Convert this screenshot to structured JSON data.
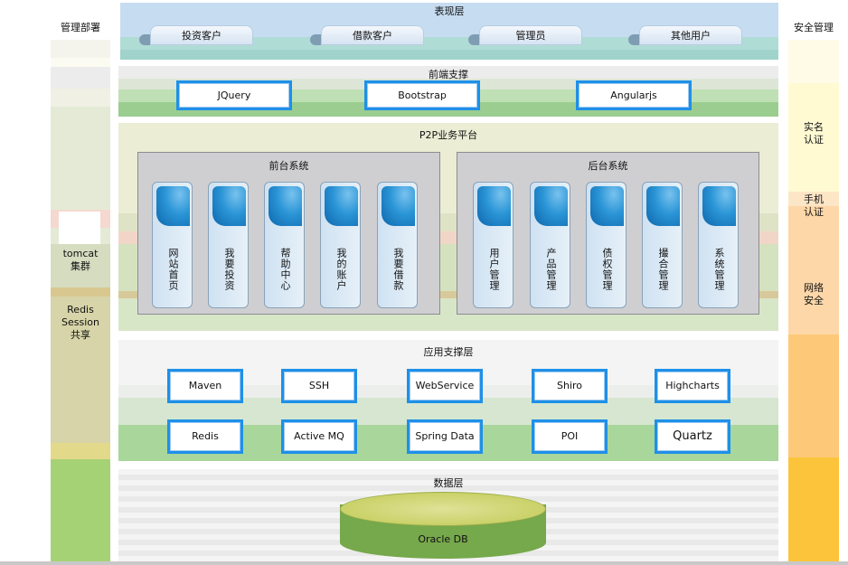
{
  "left_column": {
    "title": "管理部署",
    "tomcat": [
      "tomcat",
      "集群"
    ],
    "redis": [
      "Redis",
      "Session",
      "共享"
    ]
  },
  "right_column": {
    "title": "安全管理",
    "items": [
      [
        "实名",
        "认证"
      ],
      [
        "手机",
        "认证"
      ],
      [
        "网络",
        "安全"
      ]
    ]
  },
  "presentation": {
    "title": "表现层",
    "roles": [
      "投资客户",
      "借款客户",
      "管理员",
      "其他用户"
    ]
  },
  "frontend": {
    "title": "前端支撑",
    "items": [
      "JQuery",
      "Bootstrap",
      "Angularjs"
    ]
  },
  "platform": {
    "title": "P2P业务平台",
    "front_system": {
      "title": "前台系统",
      "modules": [
        "网站首页",
        "我要投资",
        "帮助中心",
        "我的账户",
        "我要借款"
      ]
    },
    "back_system": {
      "title": "后台系统",
      "modules": [
        "用户管理",
        "产品管理",
        "债权管理",
        "撮合管理",
        "系统管理"
      ]
    }
  },
  "app_support": {
    "title": "应用支撑层",
    "row1": [
      "Maven",
      "SSH",
      "WebService",
      "Shiro",
      "Highcharts"
    ],
    "row2": [
      "Redis",
      "Active MQ",
      "Spring Data",
      "POI",
      "Quartz"
    ]
  },
  "data_layer": {
    "title": "数据层",
    "db": "Oracle DB"
  },
  "colors": {
    "frame_blue": "#1e90e8",
    "module_icon": "#2a95d6",
    "db_body": "#76a84c",
    "db_top": "#c7cf62"
  }
}
